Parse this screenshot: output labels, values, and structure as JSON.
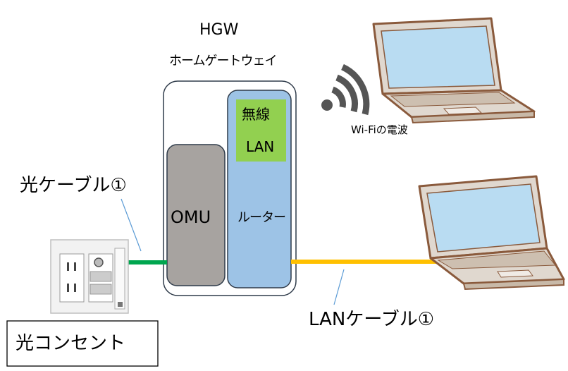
{
  "hgw": {
    "title": "HGW",
    "subtitle": "ホームゲートウェイ",
    "omu": "OMU",
    "router": "ルーター",
    "wireless_lan_line1": "無線",
    "wireless_lan_line2": "LAN"
  },
  "wifi_label": "Wi-Fiの電波",
  "fiber_cable_label": "光ケーブル①",
  "lan_cable_label": "LANケーブル①",
  "outlet_label": "光コンセント",
  "colors": {
    "omu": "#a7a3a0",
    "router": "#9dc3e6",
    "wireless_lan": "#92d050",
    "fiber_cable": "#00a64f",
    "lan_cable": "#ffc000",
    "wifi_signal": "#555555",
    "laptop_body": "#e0d8cf",
    "laptop_frame": "#8a5a3c",
    "laptop_screen": "#b9dcf2"
  },
  "icons": [
    "wifi-signal-icon",
    "laptop-icon",
    "wall-outlet-icon"
  ]
}
